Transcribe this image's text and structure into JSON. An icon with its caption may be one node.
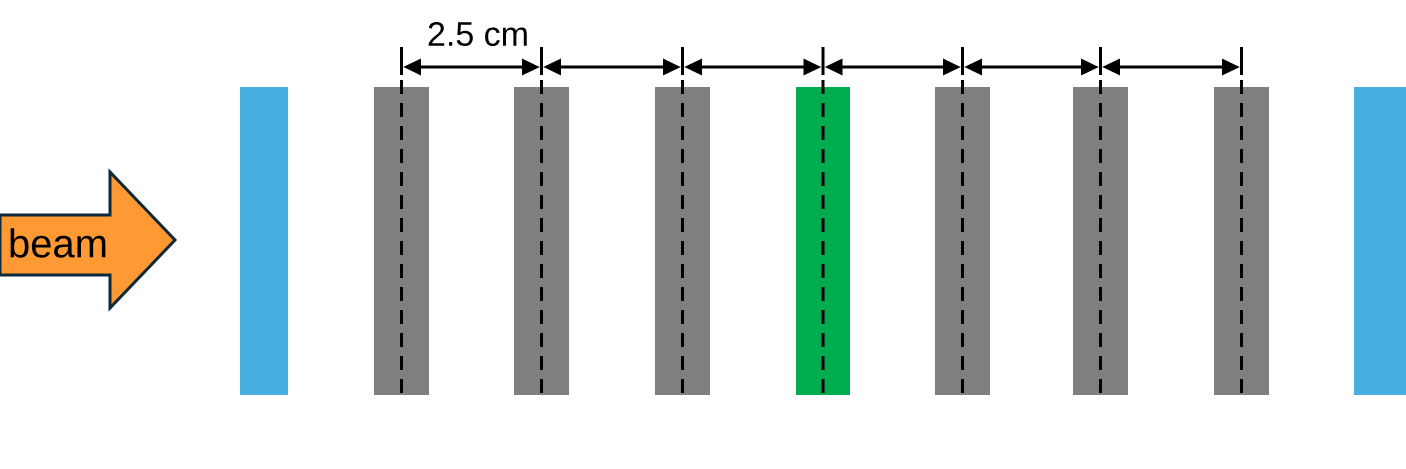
{
  "diagram": {
    "nodes": [
      {
        "text": [
          "beam"
        ]
      },
      {
        "text": [],
        "shape": "bar"
      },
      {
        "text": [],
        "shape": "bar"
      },
      {
        "text": [],
        "shape": "bar"
      },
      {
        "text": [],
        "shape": "bar"
      },
      {
        "text": [],
        "shape": "bar"
      },
      {
        "text": [],
        "shape": "bar"
      },
      {
        "text": [],
        "shape": "bar"
      },
      {
        "text": [],
        "shape": "bar"
      },
      {
        "text": [],
        "shape": "bar"
      }
    ],
    "labels": [
      "2.5 cm"
    ]
  }
}
